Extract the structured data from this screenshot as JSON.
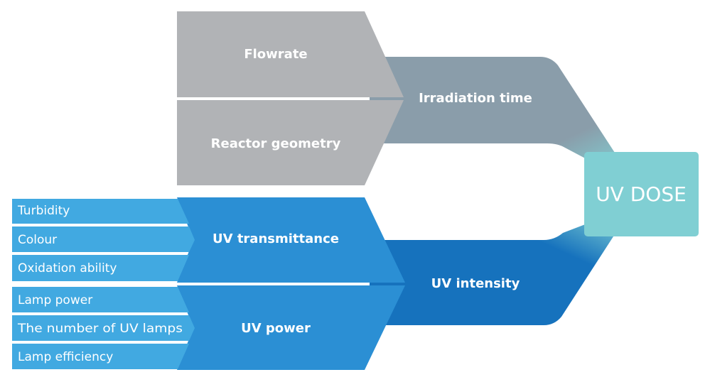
{
  "diagram": {
    "labels": {
      "flowrate": "Flowrate",
      "reactor_geometry": "Reactor geometry",
      "irradiation_time": "Irradiation time",
      "uv_dose": "UV DOSE",
      "turbidity": "Turbidity",
      "colour": "Colour",
      "oxidation_ability": "Oxidation ability",
      "uv_transmittance": "UV transmittance",
      "lamp_power": "Lamp power",
      "number_of_uv_lamps": "The number of UV lamps",
      "lamp_efficiency": "Lamp efficiency",
      "uv_power": "UV power",
      "uv_intensity": "UV intensity"
    },
    "colors": {
      "gray_light": "#b1b3b6",
      "gray_blue": "#8a9daa",
      "teal": "#80cfd3",
      "blue_light": "#41a9e1",
      "blue_mid": "#2b8fd4",
      "blue_dark": "#1672bd"
    }
  }
}
